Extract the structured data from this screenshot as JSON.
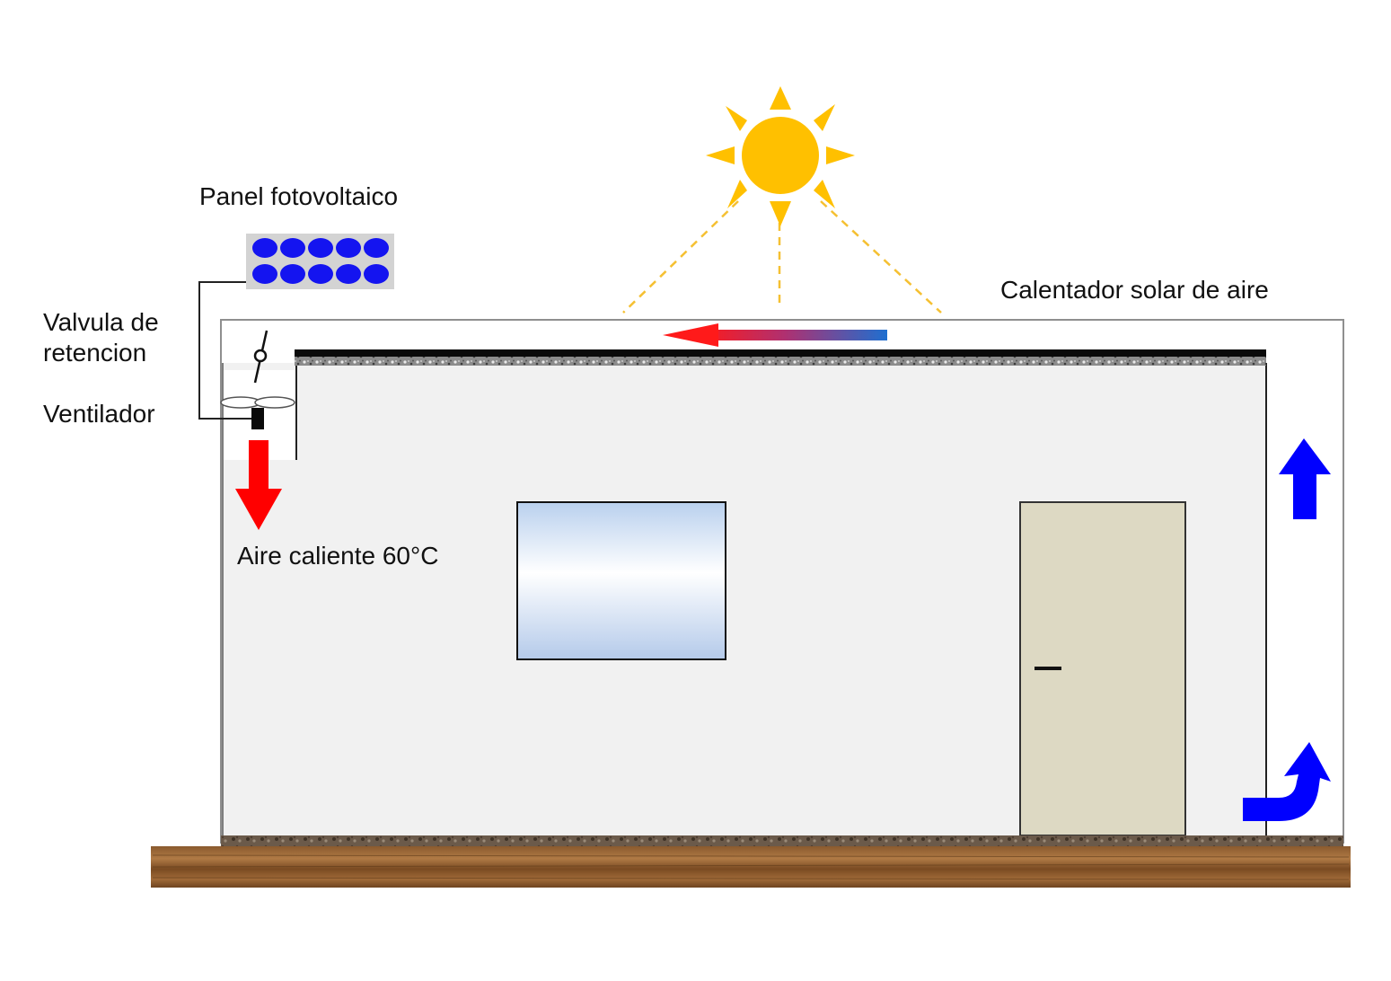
{
  "labels": {
    "panel": "Panel fotovoltaico",
    "valvula_line1": "Valvula de",
    "valvula_line2": "retencion",
    "ventilador": "Ventilador",
    "aire_caliente": "Aire caliente 60°C",
    "calentador": "Calentador solar de aire"
  },
  "colors": {
    "sun": "#FFC000",
    "solar_cells": "#1414F0",
    "panel_frame": "#D3D3D3",
    "house_wall": "#F1F1F1",
    "door": "#DDD9C3",
    "ground": "#8B5A2B",
    "hot_air": "#FF0000",
    "cold_air": "#0000FF",
    "flow_hot": "#FF2020",
    "flow_cold": "#1E6FD0"
  },
  "icons": {
    "sun": "sun-icon",
    "fan": "fan-icon",
    "check_valve": "check-valve-icon",
    "photovoltaic_panel": "solar-panel-icon"
  }
}
